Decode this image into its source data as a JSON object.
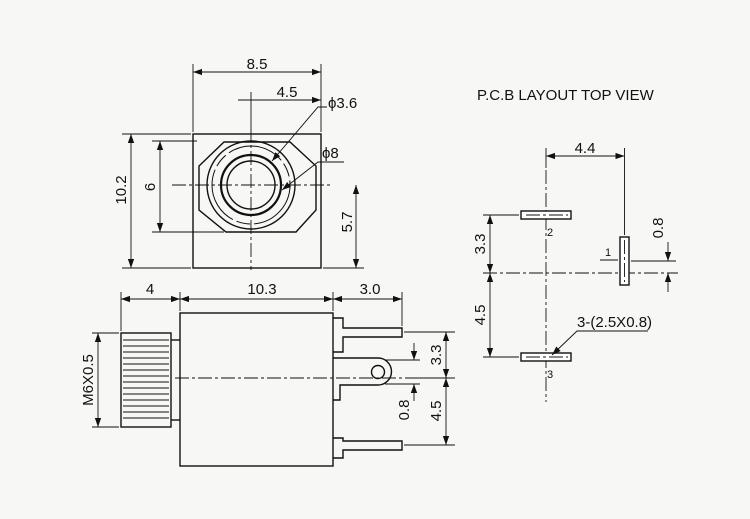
{
  "title": "P.C.B LAYOUT TOP VIEW",
  "front_view": {
    "width": "8.5",
    "hole_offset": "4.5",
    "inner_diameter": "ϕ3.6",
    "outer_diameter": "ϕ8",
    "height": "10.2",
    "ring_height": "6",
    "center_height": "5.7"
  },
  "side_view": {
    "thread_length": "4",
    "body_length": "10.3",
    "pin_length": "3.0",
    "thread_spec": "M6X0.5",
    "pin_offset": "3.3",
    "pin_thickness": "0.8",
    "pin_spacing": "4.5"
  },
  "pcb_layout": {
    "pad_spacing_x": "4.4",
    "pad_width": "0.8",
    "pad_offset_top": "3.3",
    "pad_offset_bottom": "4.5",
    "pad_callout": "3-(2.5X0.8)",
    "pin_labels": [
      "1",
      "2",
      "3"
    ]
  }
}
